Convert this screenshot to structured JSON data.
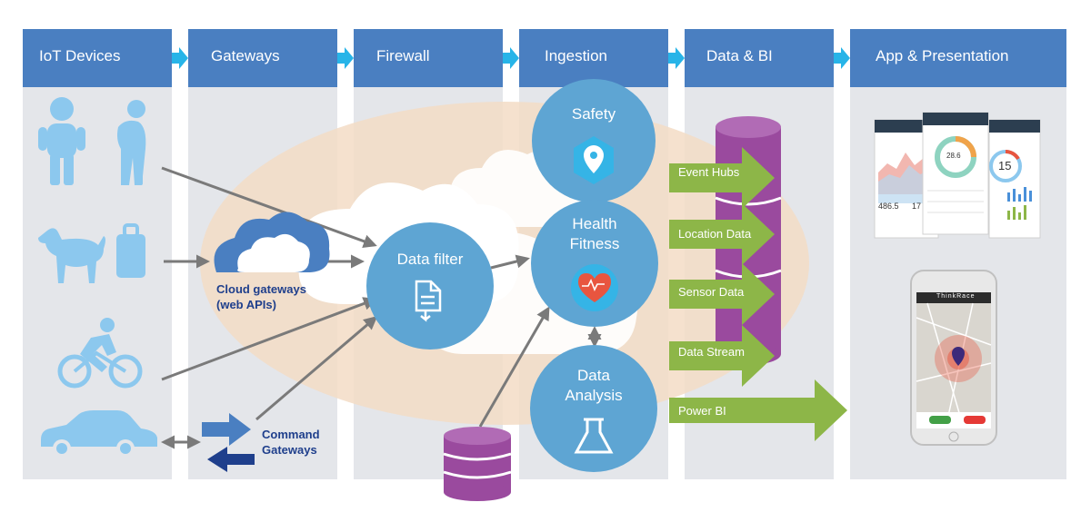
{
  "columns": [
    {
      "label": "IoT Devices"
    },
    {
      "label": "Gateways"
    },
    {
      "label": "Firewall"
    },
    {
      "label": "Ingestion"
    },
    {
      "label": "Data & BI"
    },
    {
      "label": "App & Presentation"
    }
  ],
  "gateways": {
    "cloud_line1": "Cloud gateways",
    "cloud_line2": "(web APIs)",
    "command_line1": "Command",
    "command_line2": "Gateways"
  },
  "firewall": {
    "filter": "Data filter"
  },
  "ingestion": {
    "safety": "Safety",
    "health_line1": "Health",
    "health_line2": "Fitness",
    "analysis_line1": "Data",
    "analysis_line2": "Analysis"
  },
  "data_bi": {
    "arrows": [
      "Event Hubs",
      "Location Data",
      "Sensor Data",
      "Data Stream"
    ],
    "power_bi": "Power BI"
  },
  "app": {
    "phone_mock_values": [
      "486.5",
      "17",
      "28.6",
      "15"
    ],
    "brand": "ThinkRace"
  },
  "colors": {
    "header_blue": "#4a7fc1",
    "column_gray": "#e4e6ea",
    "device_blue": "#8cc8ee",
    "circle_blue": "#5ea5d3",
    "green_arrow": "#8db648",
    "db_purple": "#9a4a9e",
    "cloud_peach": "#f3dcc6",
    "navy_text": "#1f3f8c"
  }
}
